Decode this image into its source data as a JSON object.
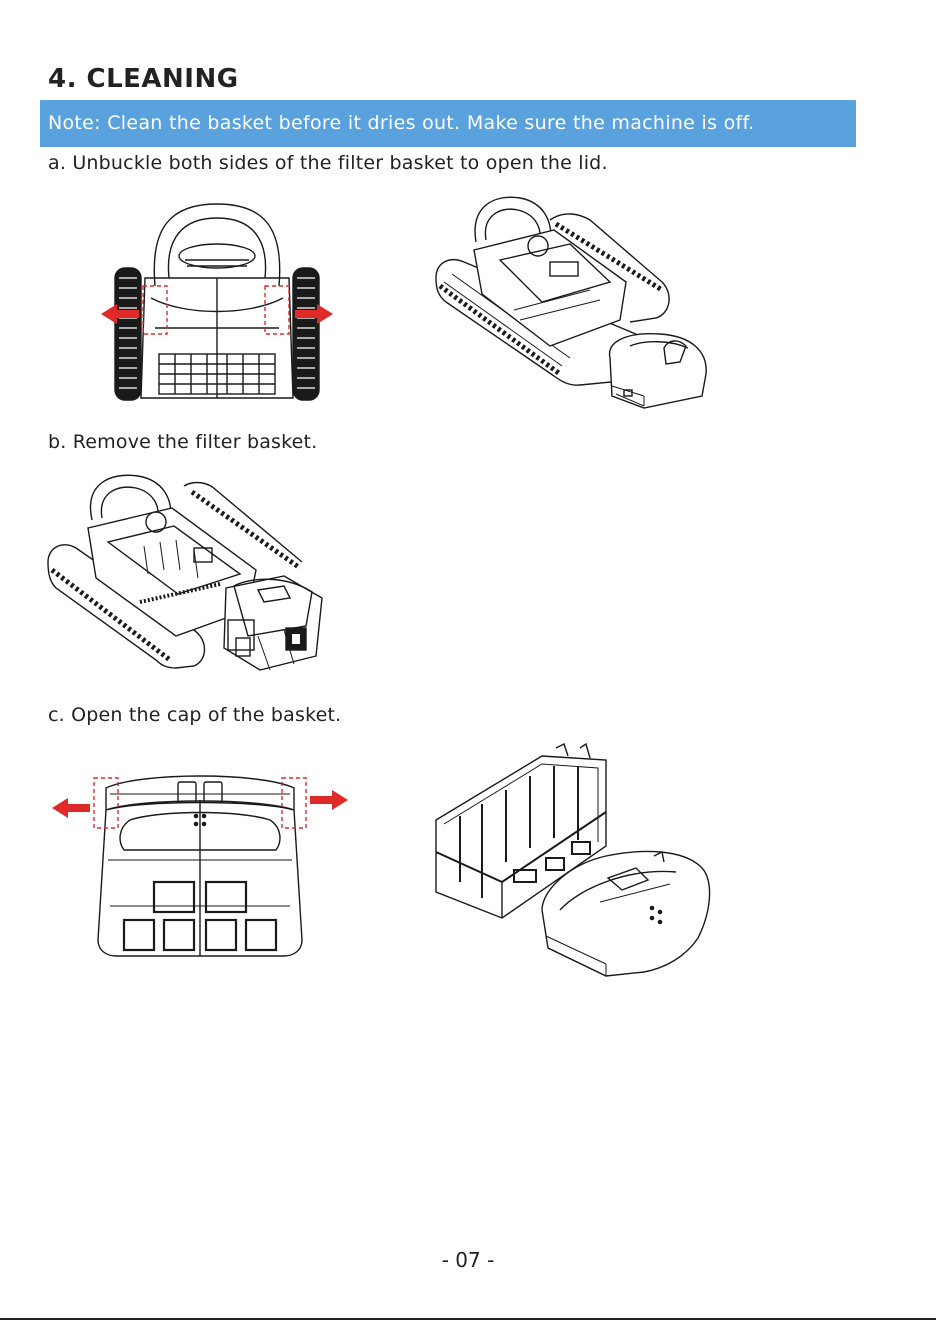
{
  "section": {
    "title": "4. CLEANING"
  },
  "note": {
    "text": "Note: Clean the basket before it dries out. Make sure the machine is off."
  },
  "steps": [
    {
      "label": "a. Unbuckle both sides of the filter basket to open the lid."
    },
    {
      "label": "b. Remove the filter basket."
    },
    {
      "label": "c. Open the cap of the basket."
    }
  ],
  "colors": {
    "note_bg": "#5aa2dd",
    "arrow": "#e02a2a",
    "text": "#222222"
  },
  "footer": {
    "page_number": "- 07 -"
  }
}
